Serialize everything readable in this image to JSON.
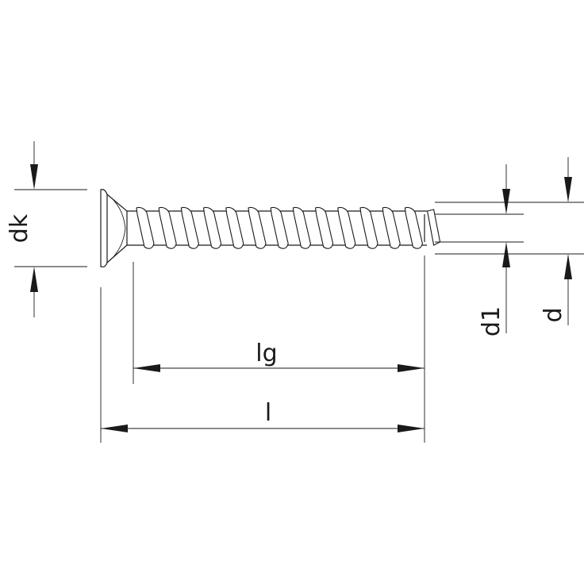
{
  "drawing": {
    "line_color": "#1a1a1a",
    "background": "#ffffff",
    "labels": {
      "dk": "dk",
      "lg": "lg",
      "l": "l",
      "d1": "d1",
      "d": "d"
    }
  }
}
